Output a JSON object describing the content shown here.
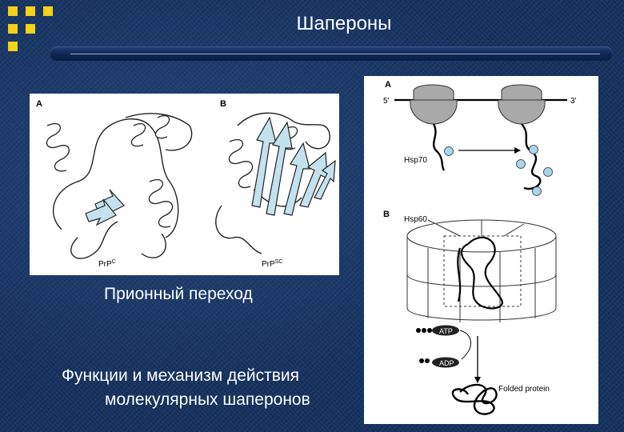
{
  "slide": {
    "title": "Шапероны"
  },
  "prion_panel": {
    "label_a": "A",
    "label_b": "B",
    "caption_a": "PrP",
    "caption_a_sup": "C",
    "caption_b": "PrP",
    "caption_b_sup": "SC"
  },
  "chaperone_panel": {
    "label_a": "A",
    "label_b": "B",
    "end_5": "5'",
    "end_3": "3'",
    "hsp70": "Hsp70",
    "hsp60": "Hsp60",
    "atp": "ATP",
    "adp": "ADP",
    "folded_protein": "Folded protein"
  },
  "body_text": {
    "prion_transition": "Прионный переход",
    "functions_line1": "Функции и механизм действия",
    "functions_line2": "молекулярных шаперонов"
  },
  "colors": {
    "logo": "#f2d21a",
    "strand": "#c4e2ee",
    "background": "#14315e"
  }
}
